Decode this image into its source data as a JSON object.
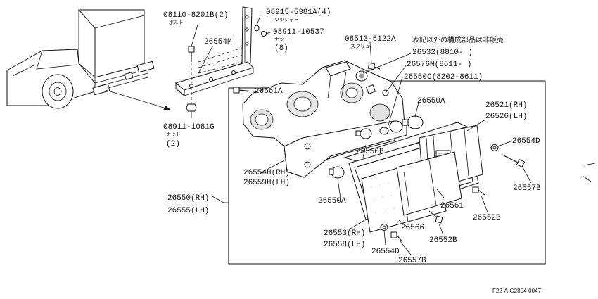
{
  "note_jp": "表記以外の構成部品は非販売",
  "labels": {
    "p08110": "08110-8201B(2)",
    "p08110_sub": "ボルト",
    "p08915": "08915-5381A(4)",
    "p08915_sub": "ワッシャー",
    "p08911a": "08911-10537",
    "p08911a_sub": "ナット",
    "p08911a_qty": "(8)",
    "p26554M": "26554M",
    "p08513": "08513-5122A",
    "p08513_sub": "スクリュー",
    "p26532": "26532(8810-          )",
    "p26576M": "26576M(8611-          )",
    "p26550C": "26550C(8202-8611)",
    "p26561A": "26561A",
    "p26550A_top": "26550A",
    "p26521": "26521(RH)",
    "p26526": "26526(LH)",
    "p26554D_r": "26554D",
    "p26550B": "26550B",
    "p26554H": "26554H(RH)",
    "p26559H": "26559H(LH)",
    "p08911b": "08911-1081G",
    "p08911b_sub": "ナット",
    "p08911b_qty": "(2)",
    "p26557B_r": "26557B",
    "p26550": "26550(RH)",
    "p26555": "26555(LH)",
    "p26550A_bot": "26550A",
    "p26561": "26561",
    "p26552B_r": "26552B",
    "p26553": "26553(RH)",
    "p26558": "26558(LH)",
    "p26566": "26566",
    "p26552B_b": "26552B",
    "p26554D_b": "26554D",
    "p26557B_b": "26557B"
  },
  "diagram_code": "F22-A-G2804-0047"
}
